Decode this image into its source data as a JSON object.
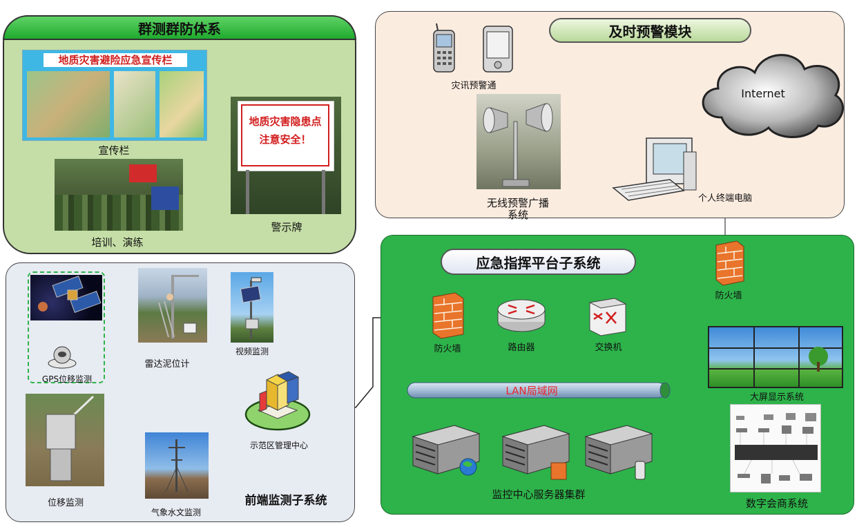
{
  "panels": {
    "mass_defense": {
      "title": "群测群防体系"
    },
    "warning": {
      "title": "及时预警模块"
    },
    "command": {
      "title": "应急指挥平台子系统"
    },
    "frontend": {
      "title": "前端监测子系统"
    }
  },
  "mass_defense": {
    "board_header": "地质灾害避险应急宣传栏",
    "board_label": "宣传栏",
    "training_label": "培训、演练",
    "sign_text_line1": "地质灾害隐患点",
    "sign_text_line2": "注意安全！",
    "sign_label": "警示牌"
  },
  "warning": {
    "phones_label": "灾讯预警通",
    "internet_label": "Internet",
    "broadcast_label_line1": "无线预警广播",
    "broadcast_label_line2": "系统",
    "pc_label": "个人终端电脑"
  },
  "command": {
    "firewall_top_label": "防火墙",
    "firewall_label": "防火墙",
    "router_label": "路由器",
    "switch_label": "交换机",
    "lan_label": "LAN局域网",
    "servers_label": "监控中心服务器集群",
    "display_label": "大屏显示系统",
    "conference_label": "数字会商系统"
  },
  "frontend": {
    "gps_label": "GPS位移监测",
    "radar_label": "雷达泥位计",
    "video_label": "视频监测",
    "center_label": "示范区管理中心",
    "displacement_label": "位移监测",
    "weather_label": "气象水文监测"
  },
  "colors": {
    "green_panel": "#2db34a",
    "mass_panel_bg": "#c5dea7",
    "warning_bg": "#fbece0",
    "frontend_bg": "#e7ebf2",
    "lan_pipe": "#a7bfd8",
    "firewall": "#e8752b",
    "lan_text": "#e8262d"
  }
}
